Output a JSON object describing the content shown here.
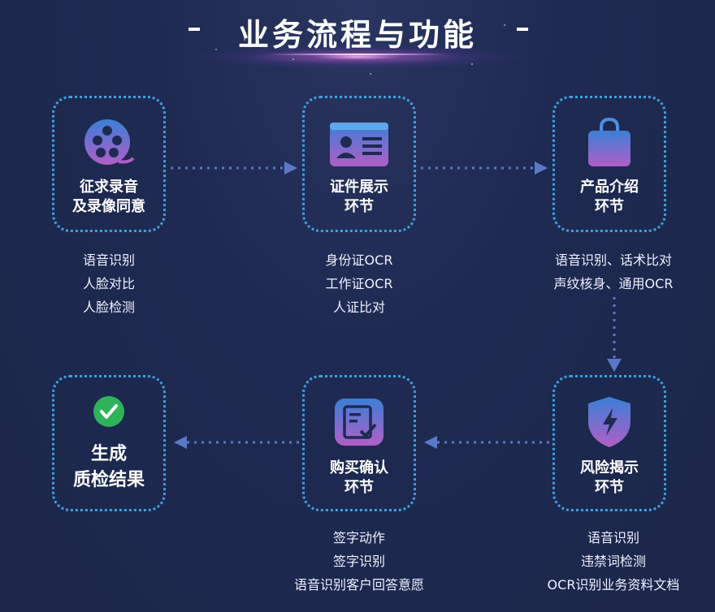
{
  "title": "业务流程与功能",
  "nodes": [
    {
      "label_line1": "征求录音",
      "label_line2": "及录像同意",
      "icon": "film-reel-icon",
      "desc": [
        "语音识别",
        "人脸对比",
        "人脸检测"
      ]
    },
    {
      "label_line1": "证件展示",
      "label_line2": "环节",
      "icon": "id-card-icon",
      "desc": [
        "身份证OCR",
        "工作证OCR",
        "人证比对"
      ]
    },
    {
      "label_line1": "产品介绍",
      "label_line2": "环节",
      "icon": "shopping-bag-icon",
      "desc": [
        "语音识别、话术比对",
        "声纹核身、通用OCR"
      ]
    },
    {
      "label_line1": "风险揭示",
      "label_line2": "环节",
      "icon": "shield-lightning-icon",
      "desc": [
        "语音识别",
        "违禁词检测",
        "OCR识别业务资料文档"
      ]
    },
    {
      "label_line1": "购买确认",
      "label_line2": "环节",
      "icon": "document-check-icon",
      "desc": [
        "签字动作",
        "签字识别",
        "语音识别客户回答意愿"
      ]
    },
    {
      "label_line1": "生成",
      "label_line2": "质检结果",
      "icon": "check-circle-icon",
      "desc": []
    }
  ],
  "colors": {
    "border": "#3fa0e0",
    "arrow": "#5a78c8",
    "accent_green": "#2fb35a"
  }
}
